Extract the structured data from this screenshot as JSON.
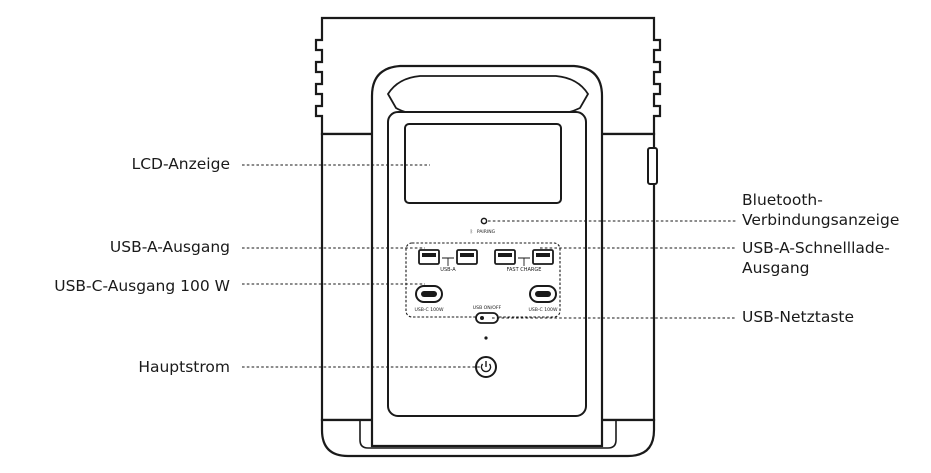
{
  "labels": {
    "lcd_display": "LCD-Anzeige",
    "usb_a_output": "USB-A-Ausgang",
    "usb_c_output": "USB-C-Ausgang 100 W",
    "main_power": "Hauptstrom",
    "bluetooth_line1": "Bluetooth-",
    "bluetooth_line2": "Verbindungsanzeige",
    "usb_a_fast_line1": "USB-A-Schnelllade-",
    "usb_a_fast_line2": "Ausgang",
    "usb_power_button": "USB-Netztaste"
  },
  "device_text": {
    "pairing": "PAIRING",
    "usb_a": "USB-A",
    "fast_charge": "FAST CHARGE",
    "usb_on_off": "USB ON/OFF",
    "usb_c_left": "USB-C 100W",
    "usb_c_right": "USB-C 100W"
  }
}
